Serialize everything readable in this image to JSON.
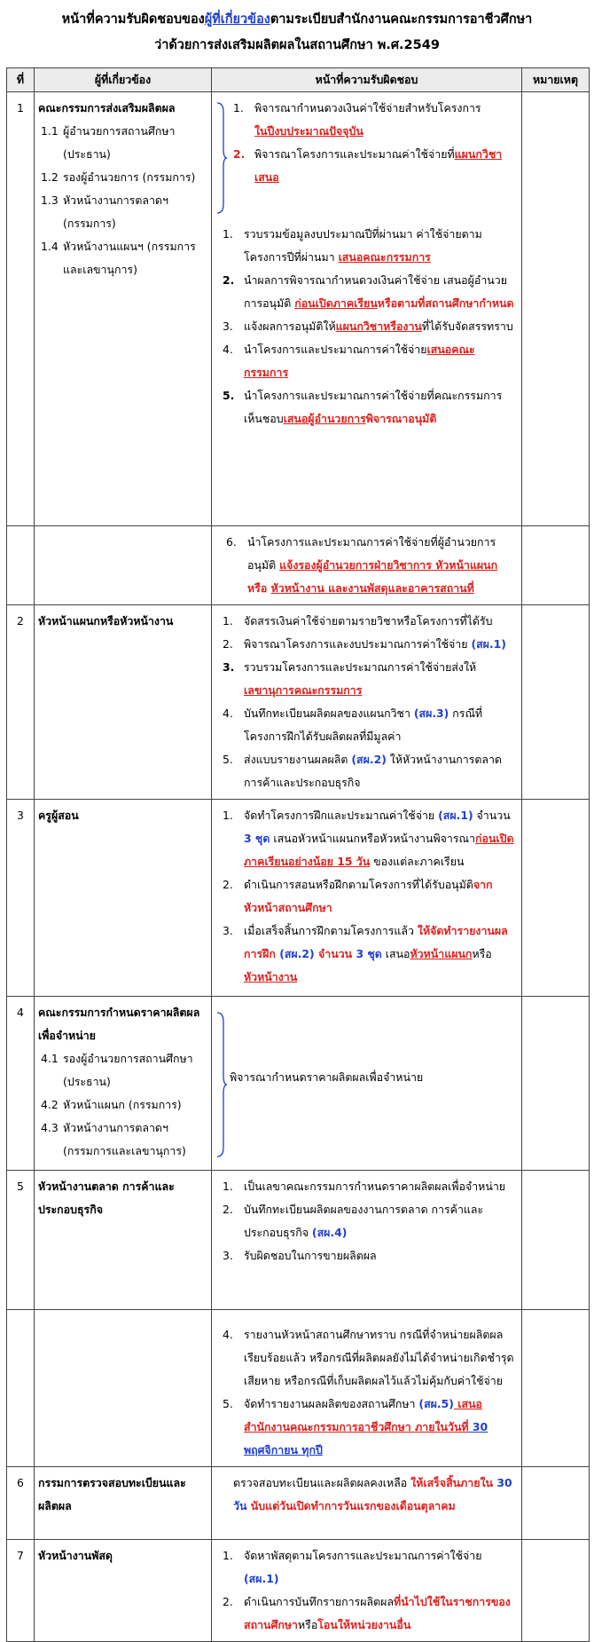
{
  "title": {
    "line1_pre": "หน้าที่ความรับผิดชอบของ",
    "line1_link": "ผู้ที่เกี่ยวข้อง",
    "line1_post": "ตามระเบียบสำนักงานคณะกรรมการอาชีวศึกษา",
    "line2": "ว่าด้วยการส่งเสริมผลิตผลในสถานศึกษา พ.ศ.2549"
  },
  "headers": {
    "no": "ที่",
    "who": "ผู้ที่เกี่ยวข้อง",
    "duty": "หน้าที่ความรับผิดชอบ",
    "note": "หมายเหตุ"
  },
  "rows": {
    "r1": {
      "no": "1",
      "who_head": "คณะกรรมการส่งเสริมผลิตผล",
      "subs": [
        {
          "n": "1.1",
          "t": "ผู้อำนวยการสถานศึกษา (ประธาน)"
        },
        {
          "n": "1.2",
          "t": "รองผู้อำนวยการ (กรรมการ)"
        },
        {
          "n": "1.3",
          "t": "หัวหน้างานการตลาดฯ (กรรมการ)"
        },
        {
          "n": "1.4",
          "t": "หัวหน้างานแผนฯ (กรรมการและเลขานุการ)"
        }
      ],
      "a": {
        "i1_n": "1.",
        "i1_t1": "พิจารณากำหนดวงเงินค่าใช้จ่ายสำหรับโครงการ",
        "i1_t2": "ในปีงบประมาณปัจจุบัน",
        "i2_n": "2.",
        "i2_t1": "พิจารณาโครงการและประมาณค่าใช้จ่ายที่",
        "i2_t2": "แผนกวิชาเสนอ"
      },
      "b": {
        "i1_n": "1.",
        "i1_t1": "รวบรวมข้อมูลงบประมาณปีที่ผ่านมา ค่าใช้จ่ายตามโครงการปีที่ผ่านมา ",
        "i1_t2": "เสนอคณะกรรมการ",
        "i2_n": "2.",
        "i2_t1": "นำผลการพิจารณากำหนดวงเงินค่าใช้จ่าย เสนอผู้อำนวยการอนุมัติ ",
        "i2_t2": "ก่อนเปิดภาคเรียน",
        "i2_t3": "หรือตามที่สถานศึกษากำหนด",
        "i3_n": "3.",
        "i3_t1": "แจ้งผลการอนุมัติให้",
        "i3_t2": "แผนกวิชาหรืองาน",
        "i3_t3": "ที่ได้รับจัดสรรทราบ",
        "i4_n": "4.",
        "i4_t1": "นำโครงการและประมาณการค่าใช้จ่าย",
        "i4_t2": "เสนอคณะกรรมการ",
        "i5_n": "5.",
        "i5_t1": "นำโครงการและประมาณการค่าใช้จ่ายที่คณะกรรมการเห็นชอบ",
        "i5_t2": "เสนอผู้อำนวยการ",
        "i5_t3": "พิจารณาอนุมัติ"
      },
      "c": {
        "i6_n": "6.",
        "i6_t1": "นำโครงการและประมาณการค่าใช้จ่ายที่ผู้อำนวยการอนุมัติ ",
        "i6_t2": "แจ้งรองผู้อำนวยการฝ่ายวิชาการ",
        "i6_t3": " หัวหน้าแผนก",
        "i6_t4": " หรือ ",
        "i6_t5": "หัวหน้างาน",
        "i6_t6": " และงานพัสดุและอาคารสถานที่"
      }
    },
    "r2": {
      "no": "2",
      "who_head": "หัวหน้าแผนกหรือหัวหน้างาน",
      "i1_n": "1.",
      "i1_t": "จัดสรรเงินค่าใช้จ่ายตามรายวิชาหรือโครงการที่ได้รับ",
      "i2_n": "2.",
      "i2_t1": "พิจารณาโครงการและงบประมาณการค่าใช้จ่าย ",
      "i2_t2": "(สผ.1)",
      "i3_n": "3.",
      "i3_t1": "รวบรวมโครงการและประมาณการค่าใช้จ่ายส่งให้",
      "i3_t2": "เลขานุการคณะกรรมการ",
      "i4_n": "4.",
      "i4_t1": "บันทึกทะเบียนผลิตผลของแผนกวิชา ",
      "i4_t2": "(สผ.3)",
      "i4_t3": " กรณีที่โครงการฝึกได้รับผลิตผลที่มีมูลค่า",
      "i5_n": "5.",
      "i5_t1": "ส่งแบบรายงานผลผลิต ",
      "i5_t2": "(สผ.2)",
      "i5_t3": " ให้หัวหน้างานการตลาด การค้าและประกอบธุรกิจ"
    },
    "r3": {
      "no": "3",
      "who_head": "ครูผู้สอน",
      "i1_n": "1.",
      "i1_t1": "จัดทำโครงการฝึกและประมาณค่าใช้จ่าย ",
      "i1_t2": "(สผ.1)",
      "i1_t3": " จำนวน ",
      "i1_t4": "3 ชุด",
      "i1_t5": " เสนอหัวหน้าแผนกหรือหัวหน้างานพิจารณา",
      "i1_t6": "ก่อนเปิดภาคเรียนอย่างน้อย 15 วัน",
      "i1_t7": " ของแต่ละภาคเรียน",
      "i2_n": "2.",
      "i2_t1": "ดำเนินการสอนหรือฝึกตามโครงการที่ได้รับอนุมัติ",
      "i2_t2": "จากหัวหน้าสถานศึกษา",
      "i3_n": "3.",
      "i3_t1": "เมื่อเสร็จสิ้นการฝึกตามโครงการแล้ว ",
      "i3_t2": "ให้จัดทำรายงานผลการฝึก",
      "i3_t3": " (สผ.2) ",
      "i3_t4": "จำนวน",
      "i3_t5": " 3 ชุด",
      "i3_t6": " เสนอ",
      "i3_t7": "หัวหน้าแผนก",
      "i3_t8": "หรือ",
      "i3_t9": "หัวหน้างาน"
    },
    "r4": {
      "no": "4",
      "who_head": "คณะกรรมการกำหนดราคาผลิตผลเพื่อจำหน่าย",
      "subs": [
        {
          "n": "4.1",
          "t": "รองผู้อำนวยการสถานศึกษา (ประธาน)"
        },
        {
          "n": "4.2",
          "t": "หัวหน้าแผนก (กรรมการ)"
        },
        {
          "n": "4.3",
          "t": "หัวหน้างานการตลาดฯ (กรรมการและเลขานุการ)"
        }
      ],
      "duty": "พิจารณากำหนดราคาผลิตผลเพื่อจำหน่าย"
    },
    "r5": {
      "no": "5",
      "who_head": "หัวหน้างานตลาด การค้าและประกอบธุรกิจ",
      "i1_n": "1.",
      "i1_t": "เป็นเลขาคณะกรรมการกำหนดราคาผลิตผลเพื่อจำหน่าย",
      "i2_n": "2.",
      "i2_t1": "บันทึกทะเบียนผลิตผลของงานการตลาด การค้าและประกอบธุรกิจ ",
      "i2_t2": "(สผ.4)",
      "i3_n": "3.",
      "i3_t": "รับผิดชอบในการขายผลิตผล",
      "i4_n": "4.",
      "i4_t": "รายงานหัวหน้าสถานศึกษาทราบ กรณีที่จำหน่ายผลิตผลเรียบร้อยแล้ว หรือกรณีที่ผลิตผลยังไม่ได้จำหน่ายเกิดชำรุดเสียหาย หรือกรณีที่เก็บผลิตผลไว้แล้วไม่คุ้มกับค่าใช้จ่าย",
      "i5_n": "5.",
      "i5_t1": "จัดทำรายงานผลผลิตของสถานศึกษา ",
      "i5_t2": "(สผ.5)",
      "i5_t3": " เสนอสำนักงานคณะกรรมการอาชีวศึกษา ภายในวันที่",
      "i5_t4": " 30 พฤศจิกายน ทุกปี"
    },
    "r6": {
      "no": "6",
      "who_head": "กรรมการตรวจสอบทะเบียนและผลิตผล",
      "t1": "ตรวจสอบทะเบียนและผลิตผลคงเหลือ ",
      "t2": "ให้เสร็จสิ้นภายใน",
      "t3": " 30 วัน",
      "t4": " นับแต่วันเปิดทำการวันแรกของเดือนตุลาคม"
    },
    "r7": {
      "no": "7",
      "who_head": "หัวหน้างานพัสดุ",
      "i1_n": "1.",
      "i1_t1": "จัดหาพัสดุตามโครงการและประมาณการค่าใช้จ่าย ",
      "i1_t2": "(สผ.1)",
      "i2_n": "2.",
      "i2_t1": "ดำเนินการบันทึกรายการผลิตผล",
      "i2_t2": "ที่นำไปใช้ในราชการของสถานศึกษา",
      "i2_t3": "หรือ",
      "i2_t4": "โอนให้หน่วยงานอื่น"
    }
  }
}
